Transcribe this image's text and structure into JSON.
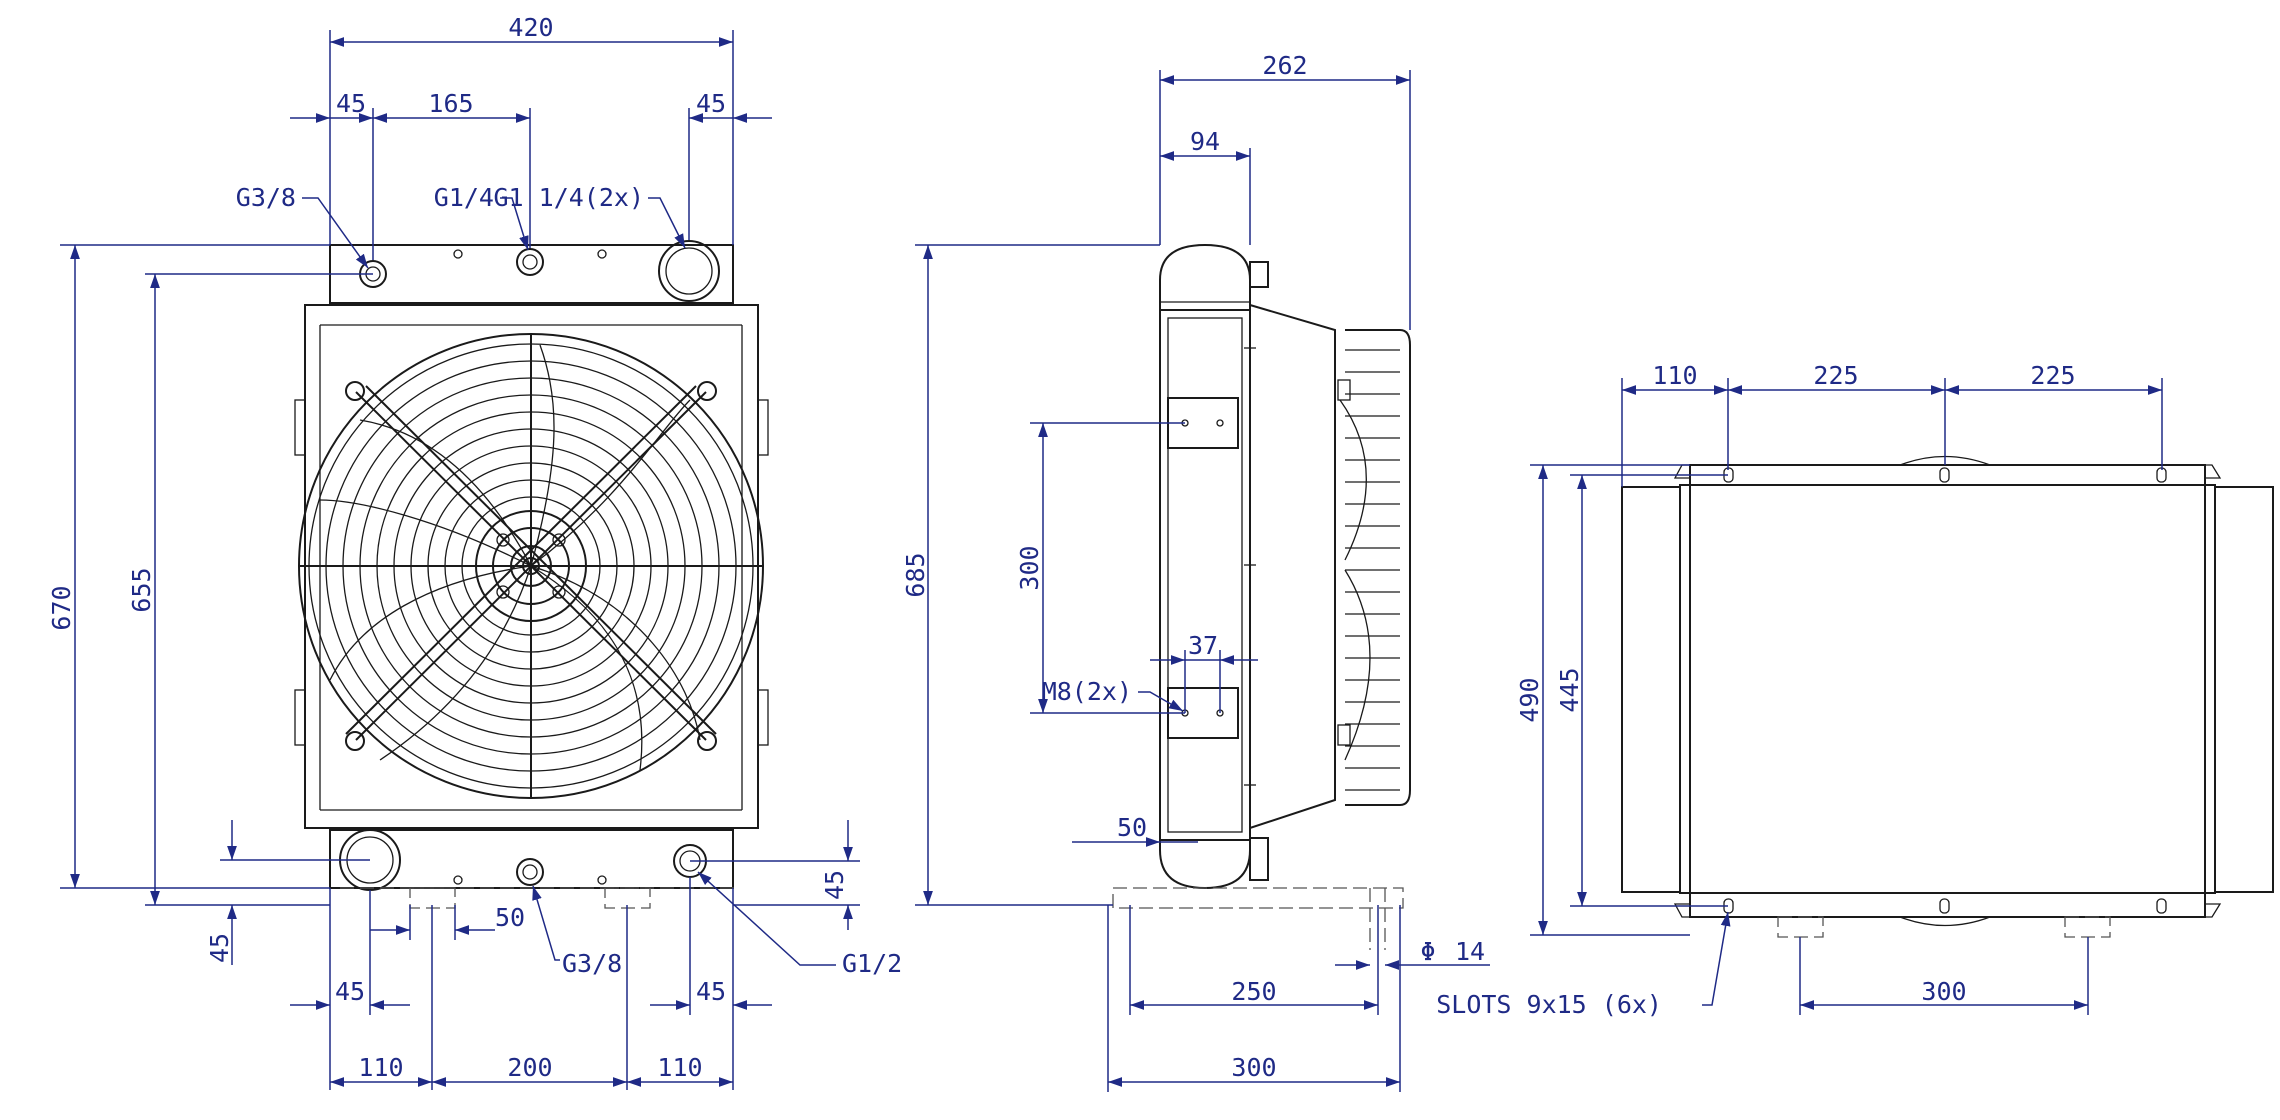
{
  "colors": {
    "line": "#1a1a1a",
    "dimension": "#1f2a86",
    "background": "#ffffff"
  },
  "front_view": {
    "width_total": "420",
    "top_offset_left": "45",
    "top_spacing_center": "165",
    "top_offset_right": "45",
    "port_top_left": "G3/8",
    "port_top_center": "G1/4",
    "port_top_right": "G1 1/4(2x)",
    "height_outer": "670",
    "height_inner": "655",
    "bottom_vertical_left": "45",
    "bottom_vertical_right": "45",
    "bottom_slot": "50",
    "port_bottom_center": "G3/8",
    "port_bottom_right": "G1/2",
    "bottom_offset_left": "45",
    "bottom_offset_right": "45",
    "foot_spacing_left": "110",
    "foot_spacing_center": "200",
    "foot_spacing_right": "110"
  },
  "side_view": {
    "depth_total": "262",
    "depth_core": "94",
    "height_total": "685",
    "mount_spacing": "300",
    "mount_offset": "37",
    "mount_thread": "M8(2x)",
    "foot_lip": "50",
    "hole_diameter_symbol": "Φ",
    "hole_diameter": "14",
    "foot_inner": "250",
    "foot_outer": "300"
  },
  "top_view": {
    "spacing_left": "110",
    "spacing_center": "225",
    "spacing_right": "225",
    "height_outer": "490",
    "height_inner": "445",
    "slots_note": "SLOTS 9x15 (6x)",
    "foot_spacing": "300"
  }
}
